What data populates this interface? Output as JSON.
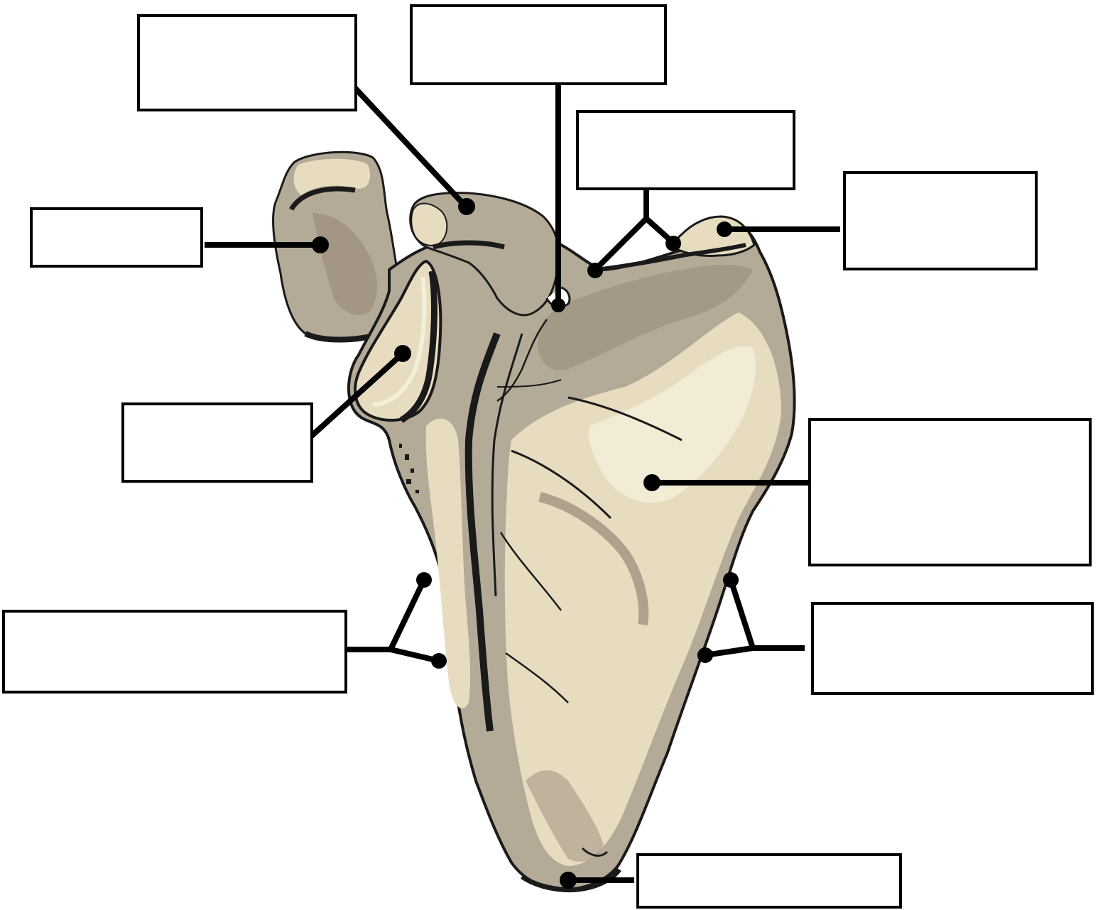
{
  "diagram": {
    "subject": "scapula-anterior-view",
    "colors": {
      "background": "#ffffff",
      "bone_light": "#e8dcc0",
      "bone_mid": "#b4aa98",
      "bone_dark": "#978878",
      "bone_highlight": "#f4efd9",
      "outline": "#1a1a1a",
      "leader": "#000000"
    },
    "labels": [
      {
        "id": "acromion",
        "text": ""
      },
      {
        "id": "coracoid",
        "text": ""
      },
      {
        "id": "notch",
        "text": ""
      },
      {
        "id": "superior-border",
        "text": ""
      },
      {
        "id": "superior-angle",
        "text": ""
      },
      {
        "id": "glenoid",
        "text": ""
      },
      {
        "id": "fossa",
        "text": ""
      },
      {
        "id": "lateral-border",
        "text": ""
      },
      {
        "id": "medial-border",
        "text": ""
      },
      {
        "id": "inferior-angle",
        "text": ""
      }
    ]
  }
}
